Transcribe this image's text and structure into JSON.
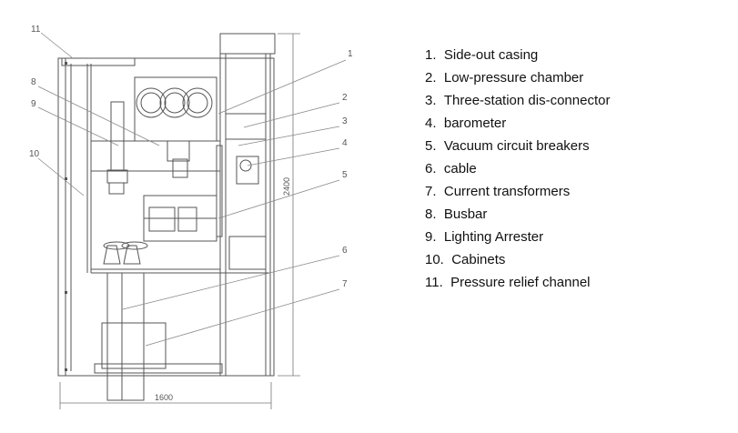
{
  "legend": [
    {
      "num": "1.",
      "text": "Side-out casing"
    },
    {
      "num": "2.",
      "text": "Low-pressure chamber"
    },
    {
      "num": "3.",
      "text": "Three-station dis-connector"
    },
    {
      "num": "4.",
      "text": "barometer"
    },
    {
      "num": "5.",
      "text": "Vacuum circuit breakers"
    },
    {
      "num": "6.",
      "text": "cable"
    },
    {
      "num": "7.",
      "text": "Current transformers"
    },
    {
      "num": "8.",
      "text": "Busbar"
    },
    {
      "num": "9.",
      "text": "Lighting Arrester"
    },
    {
      "num": "10.",
      "text": "Cabinets"
    },
    {
      "num": "11.",
      "text": "Pressure relief channel"
    }
  ],
  "callouts": [
    "1",
    "2",
    "3",
    "4",
    "5",
    "6",
    "7",
    "8",
    "9",
    "10",
    "11"
  ],
  "dimensions": {
    "width": "1600",
    "height": "2400"
  }
}
